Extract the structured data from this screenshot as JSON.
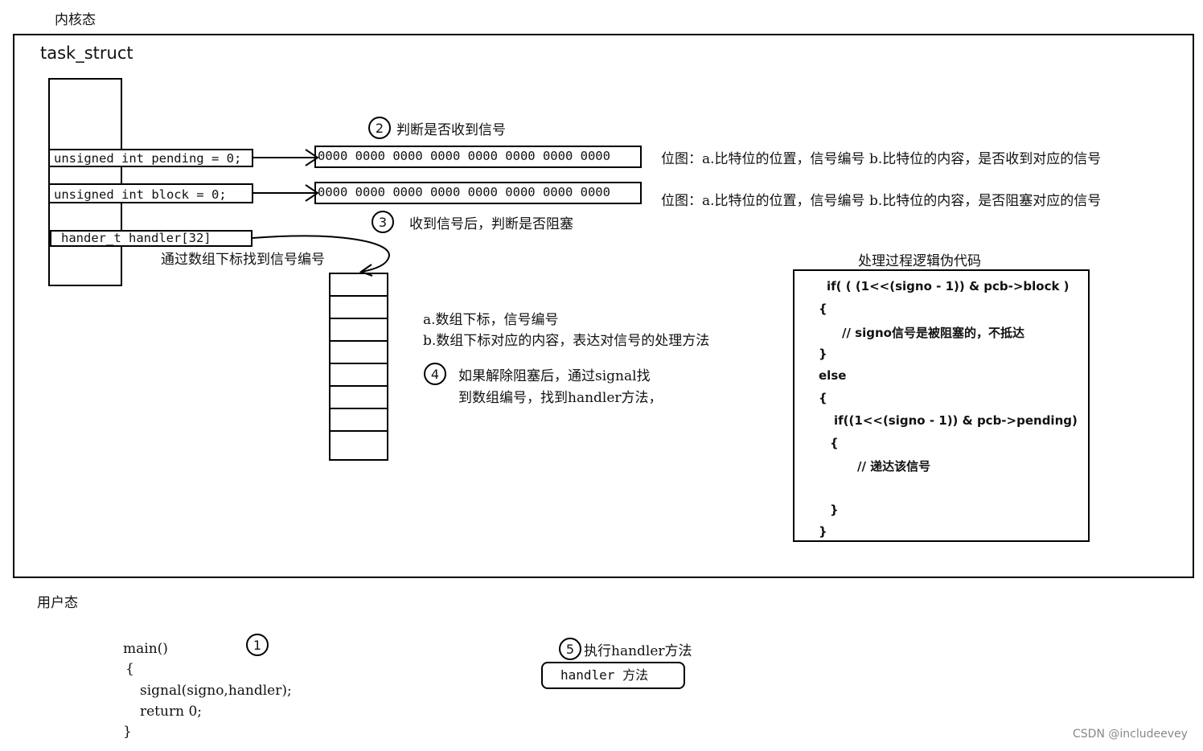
{
  "labels": {
    "kernel_mode": "内核态",
    "user_mode": "用户态",
    "task_struct": "task_struct",
    "step2": "判断是否收到信号",
    "step3": "收到信号后，判断是否阻塞",
    "array_index_hint": "通过数组下标找到信号编号",
    "pseudo_title": "处理过程逻辑伪代码",
    "step5": "执行handler方法",
    "watermark": "CSDN @includeevey"
  },
  "fields": {
    "pending": "unsigned int pending = 0;",
    "block": "unsigned int block = 0;",
    "handler": "hander_t handler[32]"
  },
  "bitmaps": {
    "pending_bits": "0000 0000 0000 0000 0000 0000 0000 0000",
    "block_bits": "0000 0000 0000 0000 0000 0000 0000 0000",
    "pending_desc": "位图：a.比特位的位置，信号编号 b.比特位的内容，是否收到对应的信号",
    "block_desc": "位图：a.比特位的位置，信号编号 b.比特位的内容，是否阻塞对应的信号"
  },
  "array_desc": {
    "line_a": "a.数组下标，信号编号",
    "line_b": "b.数组下标对应的内容，表达对信号的处理方法"
  },
  "step4": {
    "line1": "如果解除阻塞后，通过signal找",
    "line2": "到数组编号，找到handler方法，"
  },
  "circles": {
    "c1": "1",
    "c2": "2",
    "c3": "3",
    "c4": "4",
    "c5": "5"
  },
  "pseudocode": {
    "l1": "if( ( (1<<(signo - 1)) & pcb->block  )",
    "l2": "{",
    "l3": "// signo信号是被阻塞的，不抵达",
    "l4": "}",
    "l5": "else",
    "l6": "{",
    "l7": "if((1<<(signo - 1)) & pcb->pending)",
    "l8": "{",
    "l9": "// 递达该信号",
    "l10": "}",
    "l11": "}"
  },
  "user_code": {
    "l1": "main()",
    "l2": "{",
    "l3": "signal(signo,handler);",
    "l4": "return 0;",
    "l5": "}"
  },
  "handler_box": "handler 方法"
}
